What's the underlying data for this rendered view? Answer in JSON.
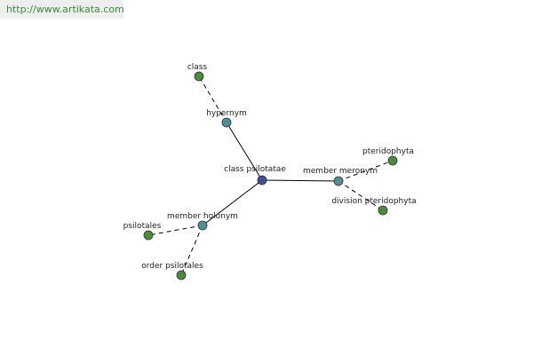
{
  "source": {
    "url_text": "http://www.artikata.com"
  },
  "colors": {
    "center": "#3f4d96",
    "relation": "#4e8f95",
    "leaf": "#4c8a3c"
  },
  "nodes": [
    {
      "id": "center",
      "label": "class psilotatae",
      "kind": "center"
    },
    {
      "id": "hypernym",
      "label": "hypernym",
      "kind": "relation"
    },
    {
      "id": "meronym",
      "label": "member meronym",
      "kind": "relation"
    },
    {
      "id": "holonym",
      "label": "member holonym",
      "kind": "relation"
    },
    {
      "id": "class",
      "label": "class",
      "kind": "leaf"
    },
    {
      "id": "pteridophyta",
      "label": "pteridophyta",
      "kind": "leaf"
    },
    {
      "id": "division",
      "label": "division pteridophyta",
      "kind": "leaf"
    },
    {
      "id": "psilotales",
      "label": "psilotales",
      "kind": "leaf"
    },
    {
      "id": "order",
      "label": "order psilotales",
      "kind": "leaf"
    }
  ],
  "edges": [
    {
      "from": "center",
      "to": "hypernym",
      "style": "solid"
    },
    {
      "from": "center",
      "to": "meronym",
      "style": "solid"
    },
    {
      "from": "center",
      "to": "holonym",
      "style": "solid"
    },
    {
      "from": "hypernym",
      "to": "class",
      "style": "dashed"
    },
    {
      "from": "meronym",
      "to": "pteridophyta",
      "style": "dashed"
    },
    {
      "from": "meronym",
      "to": "division",
      "style": "dashed"
    },
    {
      "from": "holonym",
      "to": "psilotales",
      "style": "dashed"
    },
    {
      "from": "holonym",
      "to": "order",
      "style": "dashed"
    }
  ]
}
